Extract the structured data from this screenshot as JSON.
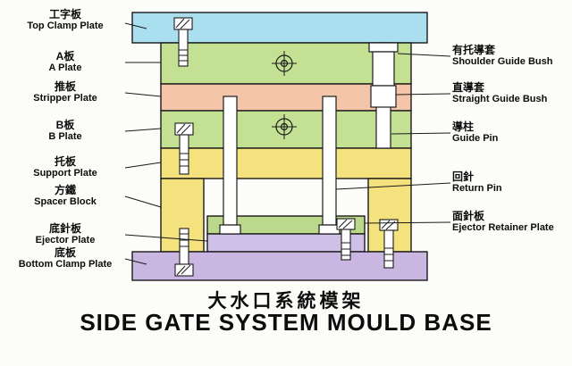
{
  "title": {
    "chinese": "大水口系統模架",
    "english": "SIDE GATE SYSTEM MOULD BASE"
  },
  "left_labels": [
    {
      "cn": "工字板",
      "en": "Top Clamp Plate"
    },
    {
      "cn": "A板",
      "en": "A Plate"
    },
    {
      "cn": "推板",
      "en": "Stripper Plate"
    },
    {
      "cn": "B板",
      "en": "B Plate"
    },
    {
      "cn": "托板",
      "en": "Support Plate"
    },
    {
      "cn": "方鐵",
      "en": "Spacer Block"
    },
    {
      "cn": "底針板",
      "en": "Ejector Plate"
    },
    {
      "cn": "底板",
      "en": "Bottom Clamp Plate"
    }
  ],
  "right_labels": [
    {
      "cn": "有托導套",
      "en": "Shoulder Guide Bush"
    },
    {
      "cn": "直導套",
      "en": "Straight Guide Bush"
    },
    {
      "cn": "導柱",
      "en": "Guide Pin"
    },
    {
      "cn": "回針",
      "en": "Return Pin"
    },
    {
      "cn": "面針板",
      "en": "Ejector Retainer Plate"
    }
  ],
  "colors": {
    "top_clamp_plate": "#a9dfee",
    "a_plate": "#c3e093",
    "stripper_plate": "#f4c5a8",
    "b_plate": "#c3e093",
    "support_plate": "#f3e27e",
    "spacer_block": "#f3e27e",
    "ejector_retainer_plate": "#bcd98b",
    "ejector_plate": "#cfc0e8",
    "bottom_clamp_plate": "#c9b7e2",
    "pin_fill": "#ffffff",
    "outline": "#1a1a1a"
  }
}
